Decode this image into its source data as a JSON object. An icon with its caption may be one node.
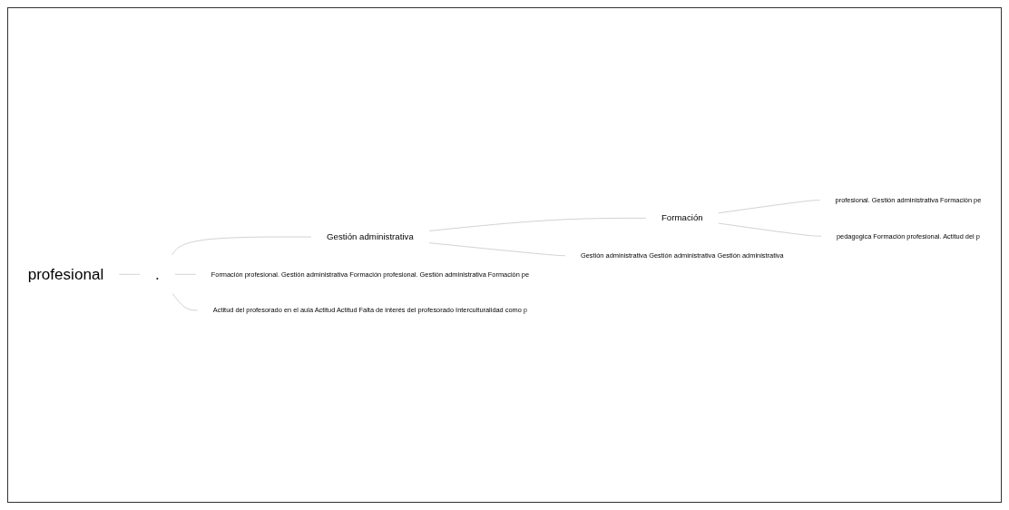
{
  "diagram": {
    "nodes": [
      {
        "text": [
          "profesional"
        ]
      },
      {
        "text": [
          "."
        ]
      },
      {
        "text": [
          "Gestión administrativa"
        ]
      },
      {
        "text": [
          "Formación"
        ]
      },
      {
        "text": [
          "profesional. Gestión administrativa Formación pe"
        ]
      },
      {
        "text": [
          "pedagogica Formación profesional. Actitud del p"
        ]
      },
      {
        "text": [
          "Gestión administrativa Gestión administrativa Gestión administrativa"
        ]
      },
      {
        "text": [
          "Formación profesional. Gestión administrativa Formación profesional. Gestión administrativa Formación pe"
        ]
      },
      {
        "text": [
          "Actitud del profesorado en el aula Actitud Actitud Falta de interés del profesorado Interculturalidad como p"
        ]
      }
    ],
    "edges": [
      {
        "from": 0,
        "to": 1,
        "arrow": "none"
      },
      {
        "from": 1,
        "to": 2,
        "arrow": "none"
      },
      {
        "from": 1,
        "to": 7,
        "arrow": "none"
      },
      {
        "from": 1,
        "to": 8,
        "arrow": "none"
      },
      {
        "from": 2,
        "to": 3,
        "arrow": "none"
      },
      {
        "from": 2,
        "to": 6,
        "arrow": "none"
      },
      {
        "from": 3,
        "to": 4,
        "arrow": "none"
      },
      {
        "from": 3,
        "to": 5,
        "arrow": "none"
      }
    ]
  }
}
